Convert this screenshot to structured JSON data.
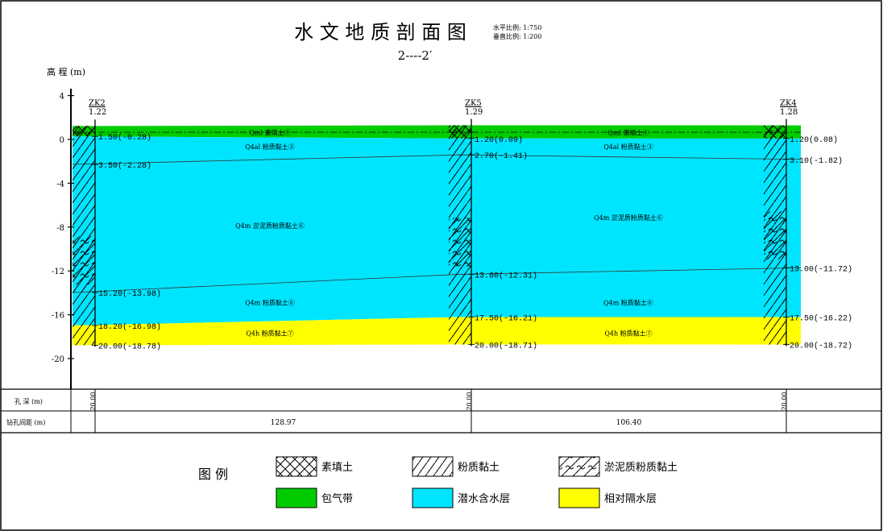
{
  "header": {
    "title": "水 文 地 质 剖 面 图",
    "section": "2----2′",
    "scale_h": "水平比例: 1:750",
    "scale_v": "垂直比例: 1:200"
  },
  "elevation_label": "高 程 (m)",
  "axis": {
    "ticks": [
      {
        "v": 4,
        "label": "4"
      },
      {
        "v": 0,
        "label": "0"
      },
      {
        "v": -4,
        "label": "-4"
      },
      {
        "v": -8,
        "label": "-8"
      },
      {
        "v": -12,
        "label": "-12"
      },
      {
        "v": -16,
        "label": "-16"
      },
      {
        "v": -20,
        "label": "-20"
      }
    ]
  },
  "boreholes": [
    {
      "id": "ZK2",
      "elev": "1.22",
      "depth": "20.00",
      "marks": [
        {
          "e": 0.28,
          "text": "1.50(-0.28)"
        },
        {
          "e": -2.28,
          "text": "3.50(-2.28)"
        },
        {
          "e": -13.98,
          "text": "15.20(-13.98)"
        },
        {
          "e": -16.98,
          "text": "18.20(-16.98)"
        },
        {
          "e": -18.78,
          "text": "20.00(-18.78)"
        }
      ]
    },
    {
      "id": "ZK5",
      "elev": "1.29",
      "depth": "20.00",
      "marks": [
        {
          "e": 0.09,
          "text": "1.20(0.09)"
        },
        {
          "e": -1.41,
          "text": "2.70(-1.41)"
        },
        {
          "e": -12.31,
          "text": "13.60(-12.31)"
        },
        {
          "e": -16.21,
          "text": "17.50(-16.21)"
        },
        {
          "e": -18.71,
          "text": "20.00(-18.71)"
        }
      ]
    },
    {
      "id": "ZK4",
      "elev": "1.28",
      "depth": "20.00",
      "marks": [
        {
          "e": 0.08,
          "text": "1.20(0.08)"
        },
        {
          "e": -1.82,
          "text": "3.10(-1.82)"
        },
        {
          "e": -11.72,
          "text": "13.00(-11.72)"
        },
        {
          "e": -16.22,
          "text": "17.50(-16.22)"
        },
        {
          "e": -18.72,
          "text": "20.00(-18.72)"
        }
      ]
    }
  ],
  "layers": [
    {
      "label": "Qml 素填土①",
      "label2": "Qml 素填土①"
    },
    {
      "label": "Q4al 粉质黏土③",
      "label2": "Q4al 粉质黏土③"
    },
    {
      "label": "Q4m 淤泥质粉质黏土⑥",
      "label2": "Q4m 淤泥质粉质黏土⑥"
    },
    {
      "label": "Q4m 粉质黏土⑥",
      "label2": "Q4m 粉质黏土⑥"
    },
    {
      "label": "Q4h 粉质黏土⑦",
      "label2": "Q4h 粉质黏土⑦"
    }
  ],
  "table": {
    "row1_label": "孔 深 (m)",
    "row2_label": "钻孔间距 (m)",
    "spacings": [
      "128.97",
      "106.40"
    ]
  },
  "legend": {
    "title": "图 例",
    "items": [
      {
        "pattern": "crosshatch",
        "label": "素填土"
      },
      {
        "pattern": "slash",
        "label": "粉质黏土"
      },
      {
        "pattern": "silt",
        "label": "淤泥质粉质黏土"
      },
      {
        "color": "#00cc00",
        "label": "包气带"
      },
      {
        "color": "#00e5ff",
        "label": "潜水含水层"
      },
      {
        "color": "#ffff00",
        "label": "相对隔水层"
      }
    ]
  },
  "colors": {
    "green": "#00cc00",
    "cyan": "#00e5ff",
    "yellow": "#ffff00"
  }
}
